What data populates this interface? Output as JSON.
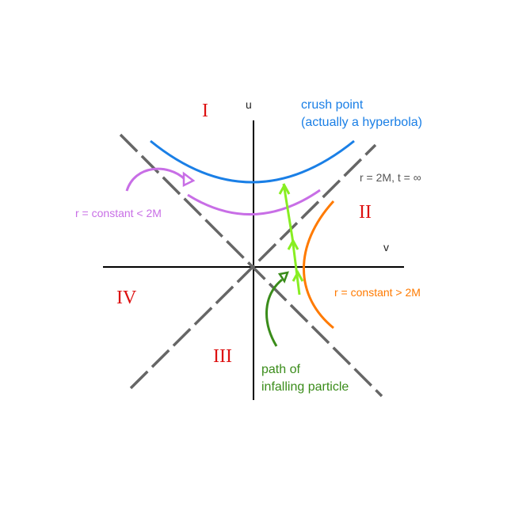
{
  "axes": {
    "u_label": "u",
    "v_label": "v"
  },
  "regions": {
    "I": "I",
    "II": "II",
    "III": "III",
    "IV": "IV"
  },
  "annotations": {
    "crush_line1": "crush point",
    "crush_line2": "(actually a hyperbola)",
    "horizon": "r = 2M, t = ∞",
    "r_less": "r = constant < 2M",
    "r_more": "r = constant > 2M",
    "path_line1": "path of",
    "path_line2": "infalling particle"
  },
  "colors": {
    "axis": "#000000",
    "horizon": "#666666",
    "region_text": "#dd1111",
    "crush": "#1a7fe6",
    "r_less": "#c86ee6",
    "r_more": "#ff7a00",
    "path": "#3a8c1a",
    "particle_worldline": "#88ee22",
    "horizon_text": "#555555"
  }
}
